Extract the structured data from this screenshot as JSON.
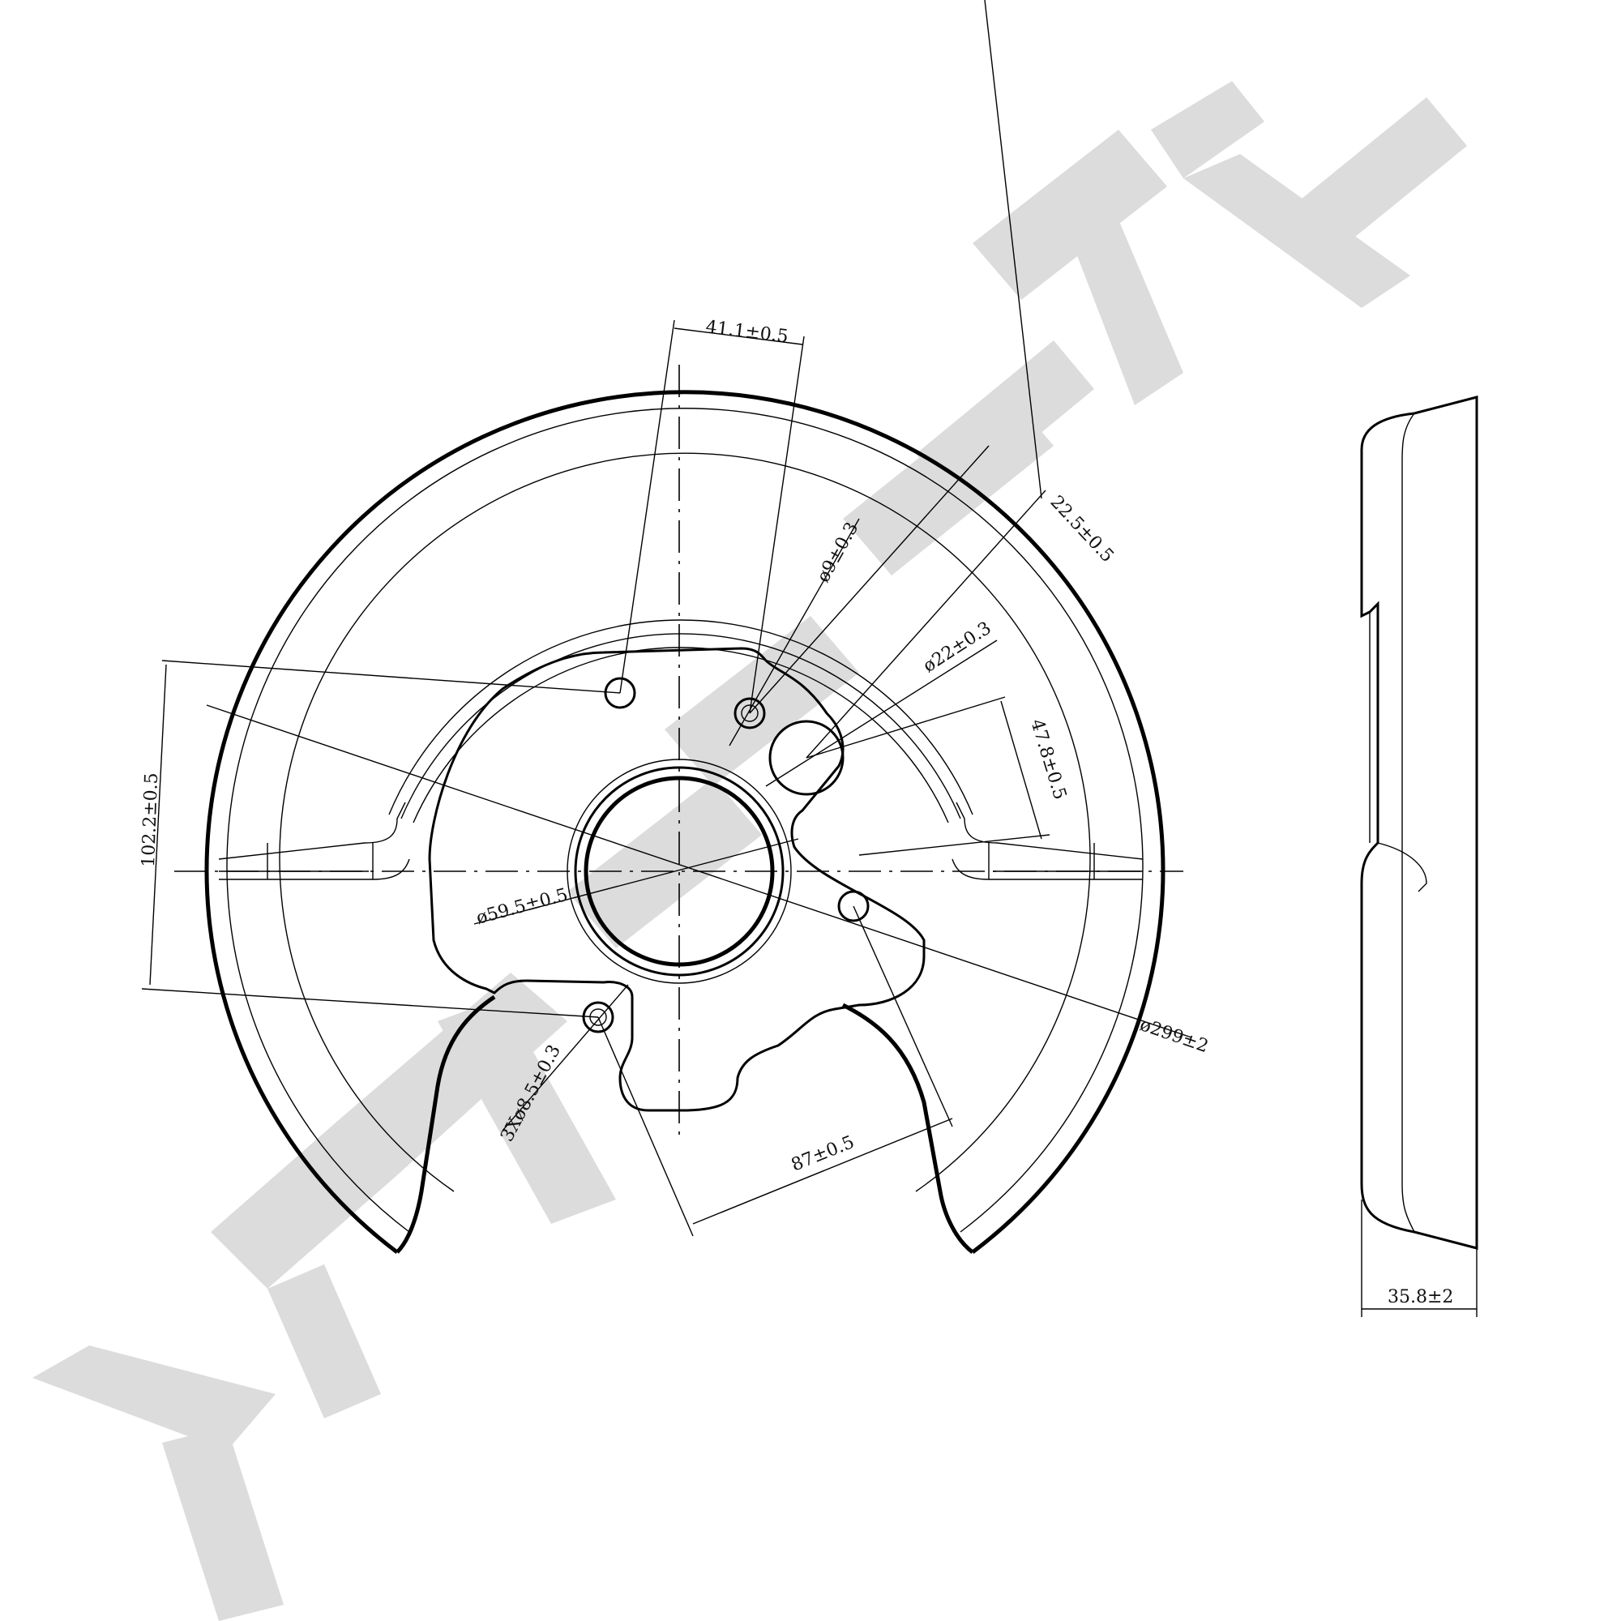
{
  "colors": {
    "line": "#000000",
    "watermark": "#dcdcdc",
    "background": "#ffffff"
  },
  "dimensions": {
    "bolt_spacing_top": "41.1±0.5",
    "bolt_hole_dia": "ø9±0.3",
    "offset_22": "22.5±0.5",
    "sensor_hole_dia": "ø22±0.3",
    "offset_47": "47.8±0.5",
    "vertical_span": "102.2±0.5",
    "center_bore": "ø59.5±0.5",
    "outer_dia": "ø299±2",
    "mount_holes": "3Xø8.5±0.3",
    "hole_spacing_87": "87±0.5",
    "depth": "35.8±2"
  }
}
